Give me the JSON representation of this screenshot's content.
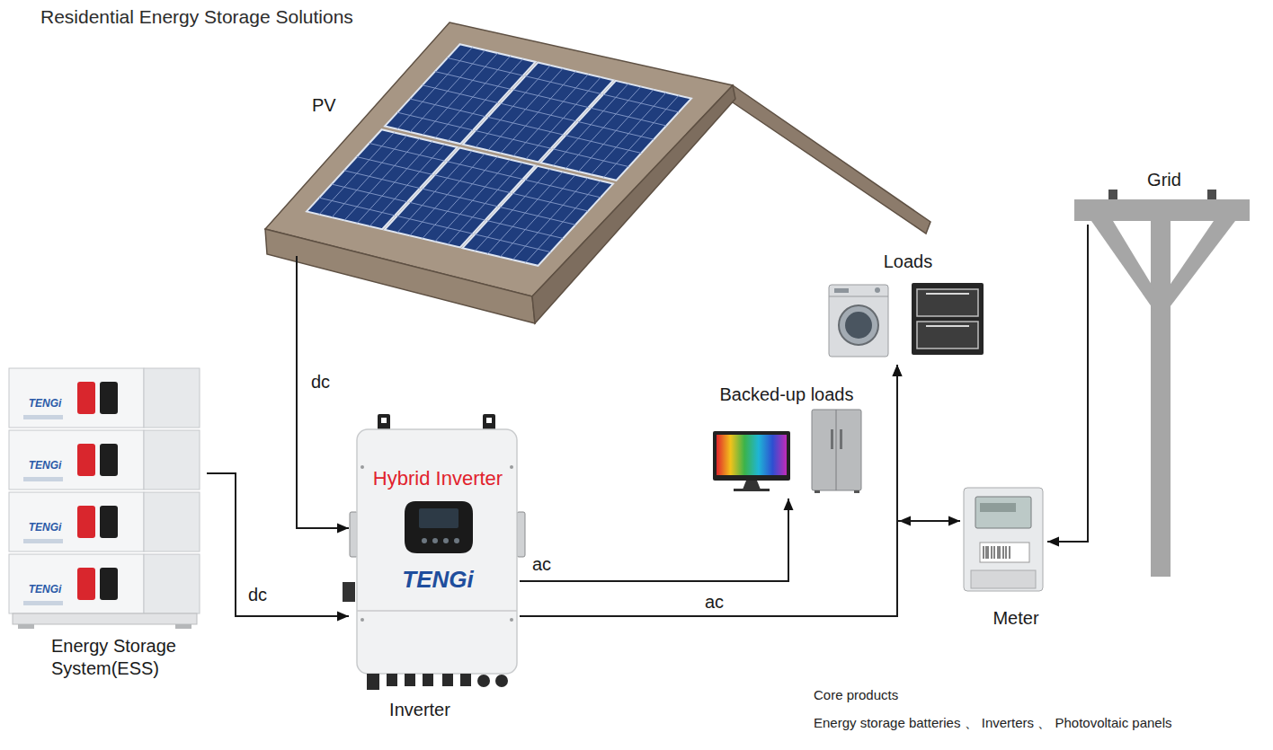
{
  "diagram": {
    "title": "Residential Energy Storage Solutions",
    "nodes": [
      {
        "text": [
          "PV"
        ]
      },
      {
        "text": [
          "Energy Storage System(ESS)"
        ]
      },
      {
        "text": [
          "Hybrid Inverter",
          "TENGi",
          "Inverter"
        ]
      },
      {
        "text": [
          "Backed-up loads"
        ]
      },
      {
        "text": [
          "Loads"
        ]
      },
      {
        "text": [
          "Meter"
        ]
      },
      {
        "text": [
          "Grid"
        ]
      }
    ],
    "edges": [
      {
        "from": 0,
        "to": 2,
        "label": "dc",
        "arrow": "to"
      },
      {
        "from": 1,
        "to": 2,
        "label": "dc",
        "arrow": "to"
      },
      {
        "from": 2,
        "to": 3,
        "label": "ac",
        "arrow": "to"
      },
      {
        "from": 2,
        "to": 4,
        "label": "ac",
        "arrow": "to"
      },
      {
        "from": 5,
        "to": 4,
        "arrow": "both"
      },
      {
        "from": 6,
        "to": 5,
        "arrow": "to"
      }
    ],
    "labels": [
      "TENGi",
      "TENGi",
      "TENGi",
      "TENGi",
      "Core products",
      "Energy storage batteries 、 Inverters 、 Photovoltaic panels"
    ]
  }
}
